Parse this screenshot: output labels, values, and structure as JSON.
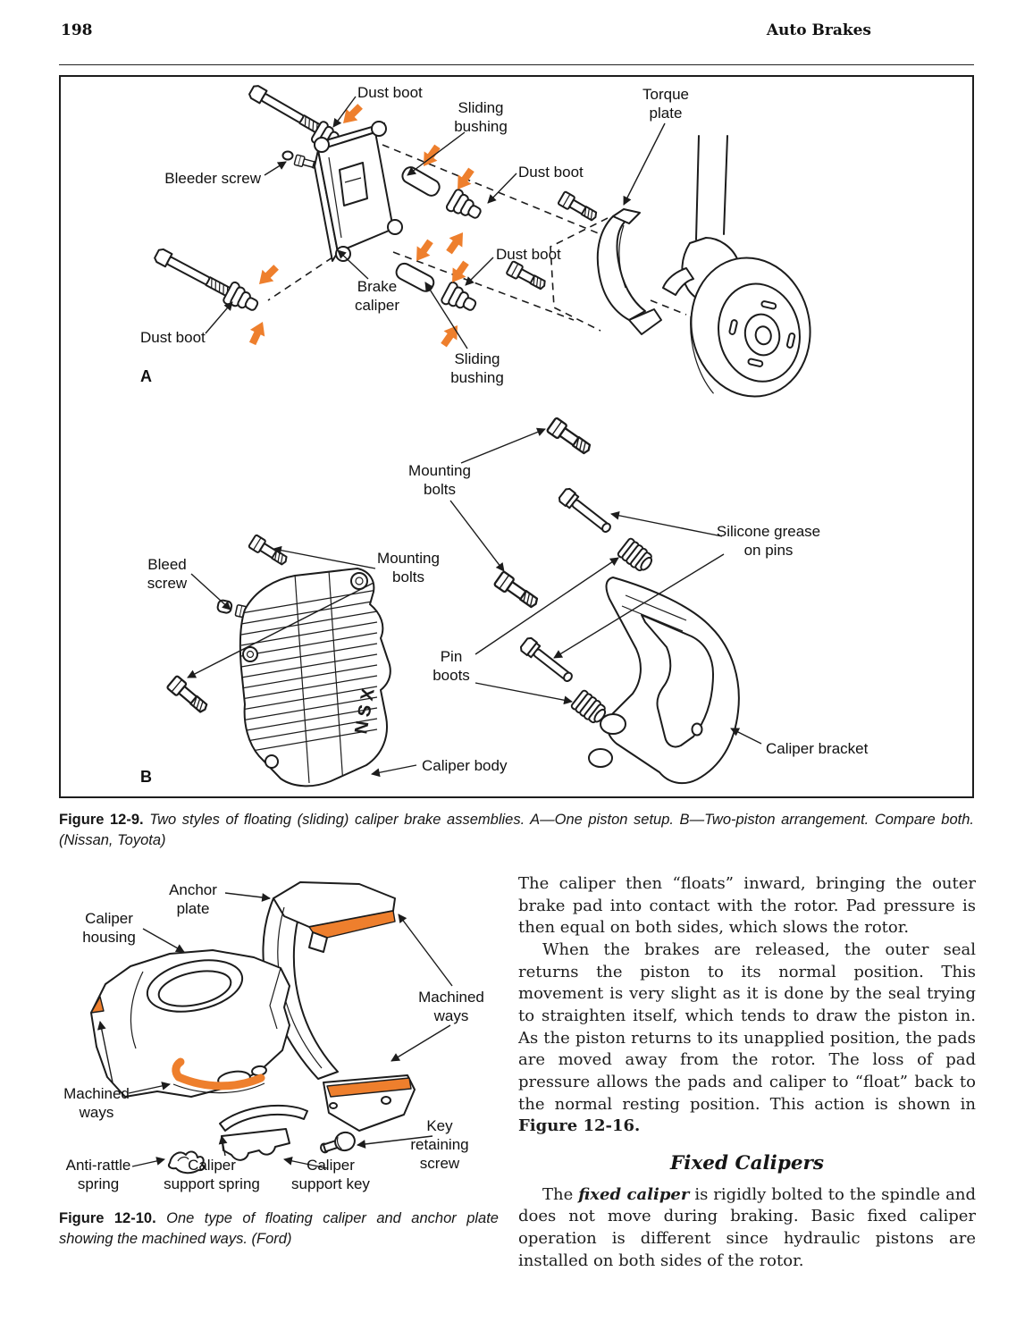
{
  "page": {
    "number": "198",
    "section": "Auto Brakes"
  },
  "colors": {
    "highlight": "#ee7f2d",
    "ink": "#1c1c1c"
  },
  "fig9": {
    "part_marking": "NSX",
    "labels": [
      {
        "text": "Dust boot"
      },
      {
        "text": "Sliding\nbushing"
      },
      {
        "text": "Torque\nplate"
      },
      {
        "text": "Bleeder screw"
      },
      {
        "text": "Dust boot"
      },
      {
        "text": "Dust boot"
      },
      {
        "text": "Brake\ncaliper"
      },
      {
        "text": "Dust boot"
      },
      {
        "text": "Sliding\nbushing"
      },
      {
        "text": "A"
      },
      {
        "text": "Mounting\nbolts"
      },
      {
        "text": "Mounting\nbolts"
      },
      {
        "text": "Bleed\nscrew"
      },
      {
        "text": "Silicone grease\non pins"
      },
      {
        "text": "Pin\nboots"
      },
      {
        "text": "Caliper body"
      },
      {
        "text": "Caliper bracket"
      },
      {
        "text": "B"
      }
    ],
    "caption_label": "Figure 12-9.",
    "caption_text": " Two styles of floating (sliding) caliper brake assemblies. A—One piston setup. B—Two-piston arrangement. Compare both. (Nissan, Toyota)"
  },
  "fig10": {
    "labels": [
      {
        "text": "Anchor\nplate"
      },
      {
        "text": "Caliper\nhousing"
      },
      {
        "text": "Machined\nways"
      },
      {
        "text": "Machined\nways"
      },
      {
        "text": "Anti-rattle\nspring"
      },
      {
        "text": "Caliper\nsupport spring"
      },
      {
        "text": "Caliper\nsupport key"
      },
      {
        "text": "Key retaining\nscrew"
      }
    ],
    "caption_label": "Figure 12-10.",
    "caption_text": " One type of floating caliper and anchor plate showing the machined ways. (Ford)"
  },
  "article": {
    "para1": "The caliper then “floats” inward, bringing the outer brake pad into contact with the rotor. Pad pressure is then equal on both sides, which slows the rotor.",
    "para2_pre": "When the brakes are released, the outer seal returns the piston to its normal position. This movement is very slight as it is done by the seal trying to straighten itself, which tends to draw the piston in. As the piston returns to its unapplied position, the pads are moved away from the rotor. The loss of pad pressure allows the pads and caliper to “float” back to the normal resting position. This action is shown in ",
    "para2_ref": "Figure 12-16.",
    "heading": "Fixed Calipers",
    "para3_pre": "The ",
    "para3_term": "fixed caliper",
    "para3_post": " is rigidly bolted to the spindle and does not move during braking. Basic fixed caliper operation is different since hydraulic pistons are installed on both sides of the rotor."
  }
}
